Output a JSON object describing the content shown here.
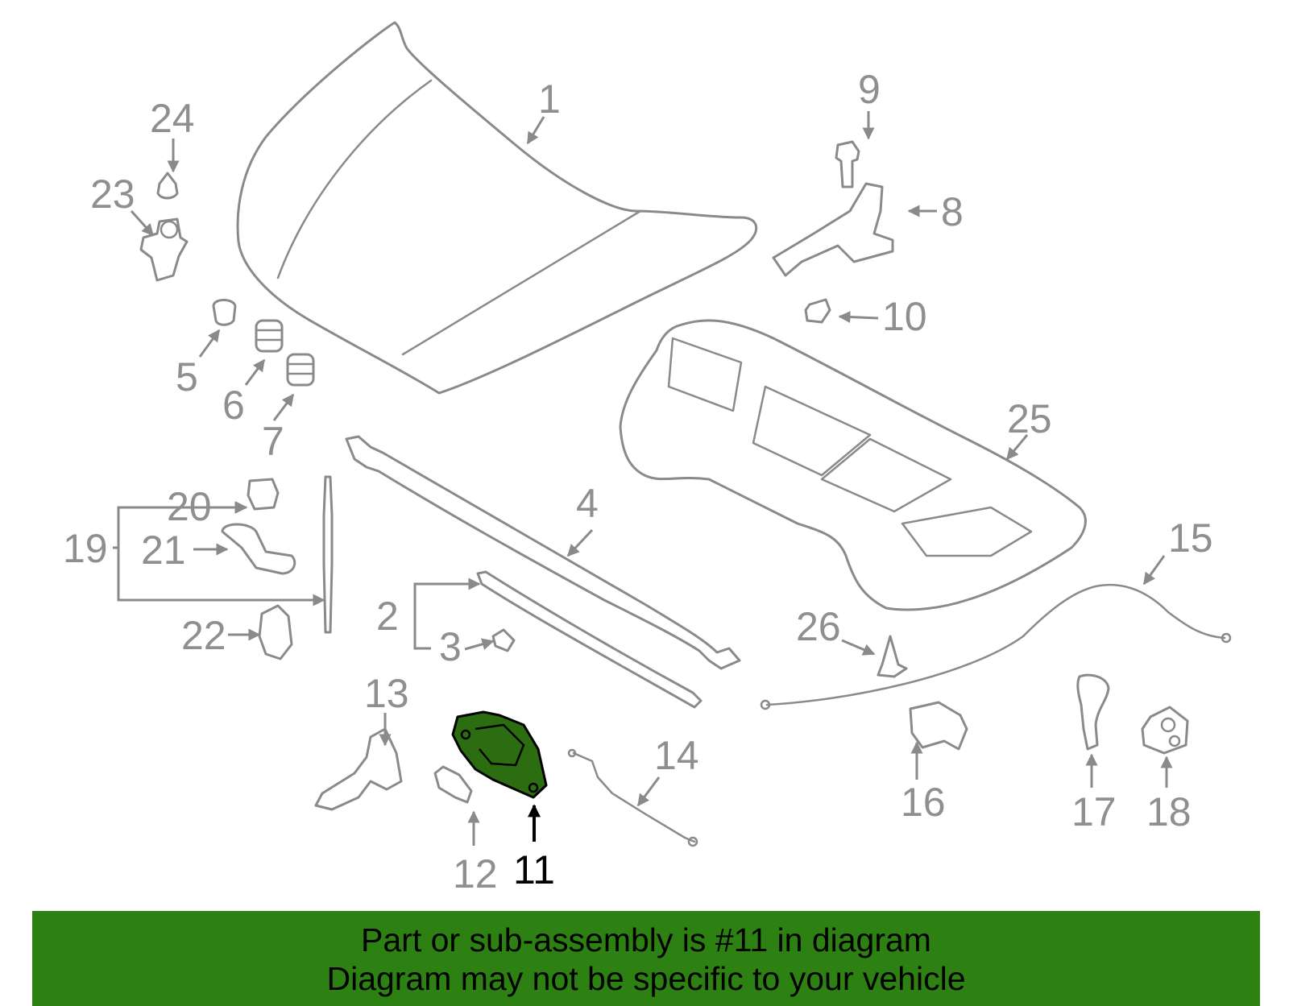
{
  "callouts": {
    "c1": "1",
    "c2": "2",
    "c3": "3",
    "c4": "4",
    "c5": "5",
    "c6": "6",
    "c7": "7",
    "c8": "8",
    "c9": "9",
    "c10": "10",
    "c11": "11",
    "c12": "12",
    "c13": "13",
    "c14": "14",
    "c15": "15",
    "c16": "16",
    "c17": "17",
    "c18": "18",
    "c19": "19",
    "c20": "20",
    "c21": "21",
    "c22": "22",
    "c23": "23",
    "c24": "24",
    "c25": "25",
    "c26": "26"
  },
  "highlight": {
    "part_number": "11",
    "color": "#2d6d12"
  },
  "banner": {
    "line1": "Part or sub-assembly is #11 in diagram",
    "line2": "Diagram may not be specific to your vehicle",
    "background": "#2d8012"
  }
}
